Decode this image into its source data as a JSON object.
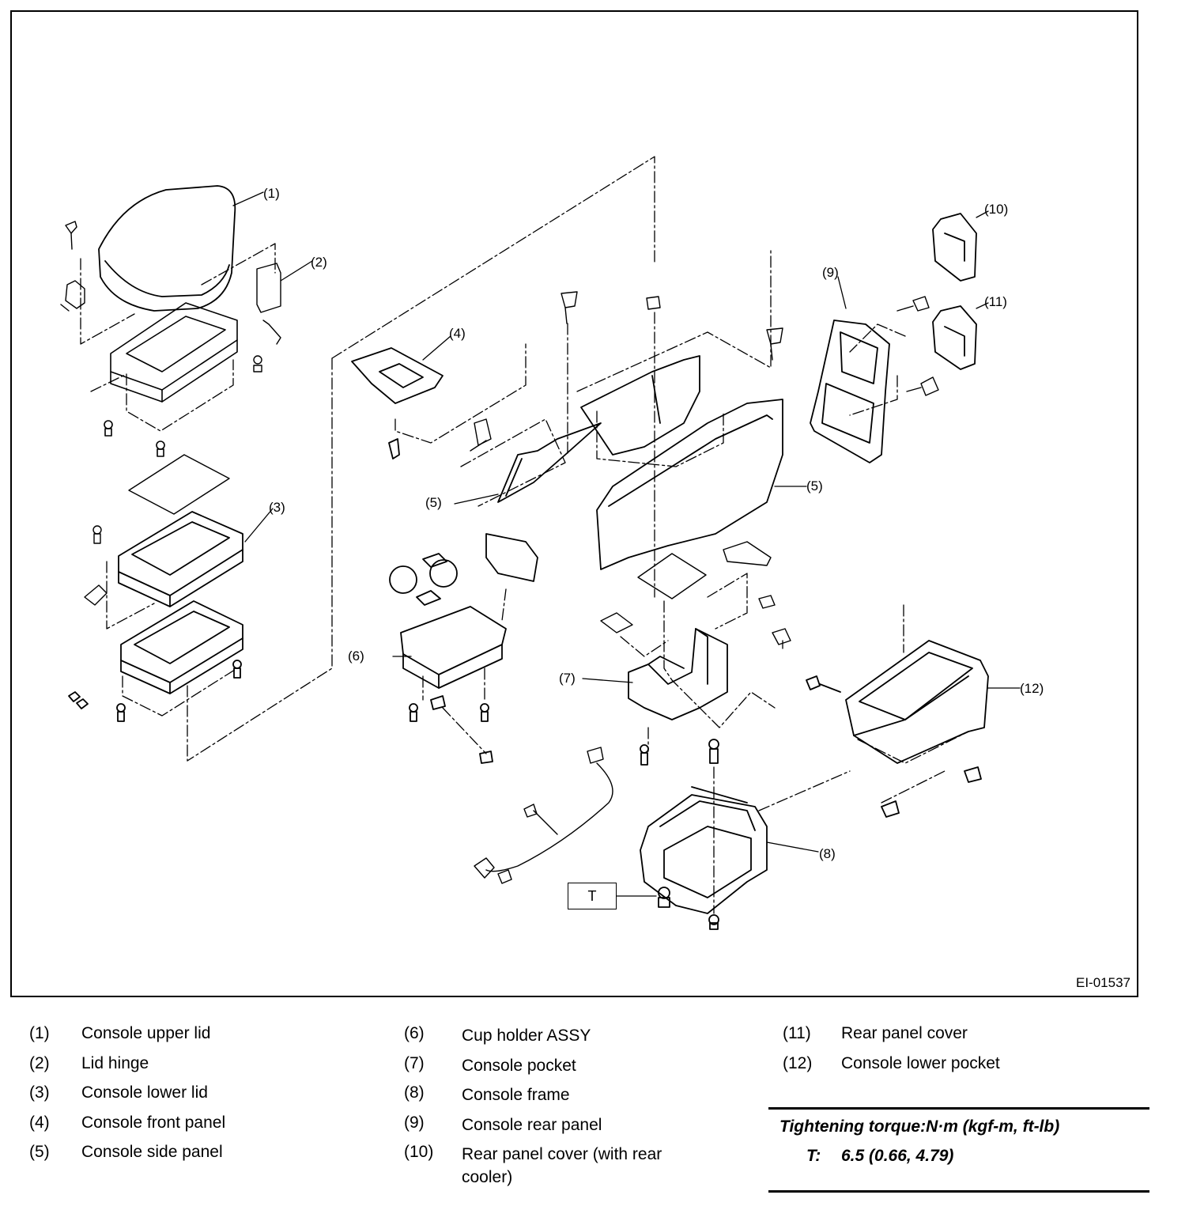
{
  "figure": {
    "id": "EI-01537",
    "torque_marker": "T",
    "callouts": [
      "(1)",
      "(2)",
      "(3)",
      "(4)",
      "(5)",
      "(5)",
      "(6)",
      "(7)",
      "(8)",
      "(9)",
      "(10)",
      "(11)",
      "(12)"
    ]
  },
  "legend": {
    "col1": [
      {
        "num": "(1)",
        "label": "Console upper lid"
      },
      {
        "num": "(2)",
        "label": "Lid hinge"
      },
      {
        "num": "(3)",
        "label": "Console lower lid"
      },
      {
        "num": "(4)",
        "label": "Console front panel"
      },
      {
        "num": "(5)",
        "label": "Console side panel"
      }
    ],
    "col2": [
      {
        "num": "(6)",
        "label": "Cup holder ASSY"
      },
      {
        "num": "(7)",
        "label": "Console pocket"
      },
      {
        "num": "(8)",
        "label": "Console frame"
      },
      {
        "num": "(9)",
        "label": "Console rear panel"
      },
      {
        "num": "(10)",
        "label": "Rear panel cover (with rear cooler)"
      }
    ],
    "col3": [
      {
        "num": "(11)",
        "label": "Rear panel cover"
      },
      {
        "num": "(12)",
        "label": "Console lower pocket"
      }
    ]
  },
  "torque": {
    "title": "Tightening torque:N·m (kgf-m, ft-lb)",
    "key": "T:",
    "value": "6.5 (0.66, 4.79)"
  }
}
